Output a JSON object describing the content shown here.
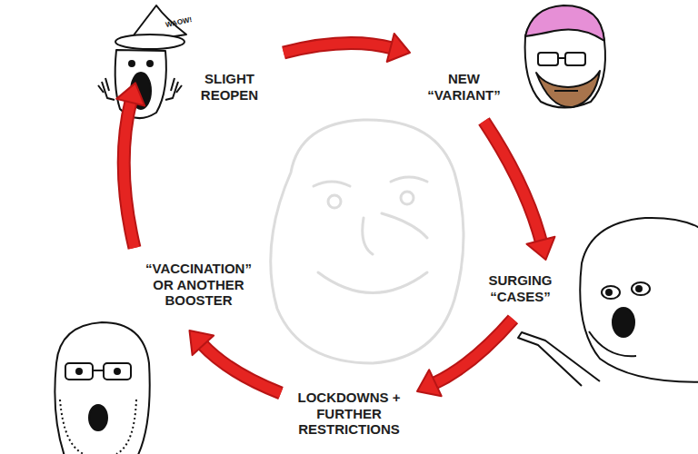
{
  "diagram": {
    "nodes": [
      {
        "text": [
          "SLIGHT REOPEN"
        ]
      },
      {
        "text": [
          "NEW “VARIANT”"
        ]
      },
      {
        "text": [
          "SURGING “CASES”"
        ]
      },
      {
        "text": [
          "LOCKDOWNS + FURTHER RESTRICTIONS"
        ]
      },
      {
        "text": [
          "“VACCINATION” OR ANOTHER BOOSTER"
        ]
      }
    ],
    "edges": [
      {
        "from": 0,
        "to": 1,
        "arrow": "to"
      },
      {
        "from": 1,
        "to": 2,
        "arrow": "to"
      },
      {
        "from": 2,
        "to": 3,
        "arrow": "to"
      },
      {
        "from": 3,
        "to": 4,
        "arrow": "to"
      },
      {
        "from": 4,
        "to": 0,
        "arrow": "to"
      }
    ],
    "labels": [
      "WAOW!"
    ]
  }
}
